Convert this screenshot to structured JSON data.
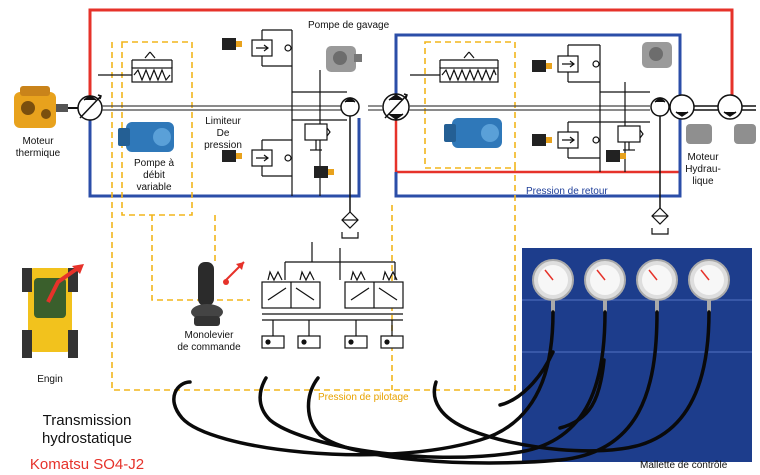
{
  "labels": {
    "pompe_gavage": "Pompe de gavage",
    "moteur_thermique": "Moteur\nthermique",
    "pompe_debit": "Pompe à\ndébit\nvariable",
    "limiteur": "Limiteur\nDe\npression",
    "moteur_hydraulique": "Moteur\nHydrau-\nlique",
    "pression_retour": "Pression de retour",
    "monolevier": "Monolevier\nde commande",
    "pression_pilotage": "Pression de pilotage",
    "engin": "Engin",
    "mallette": "Mallette de contrôle"
  },
  "title": {
    "line1": "Transmission",
    "line2": "hydrostatique",
    "model": "Komatsu SO4-J2"
  },
  "colors": {
    "high_pressure": "#e6322a",
    "return_pressure": "#2b4ea8",
    "pilot_pressure": "#f2b51c",
    "panel": "#1d3d8c",
    "hoses": "#0a0a0a"
  },
  "gauges": {
    "count": 4
  }
}
